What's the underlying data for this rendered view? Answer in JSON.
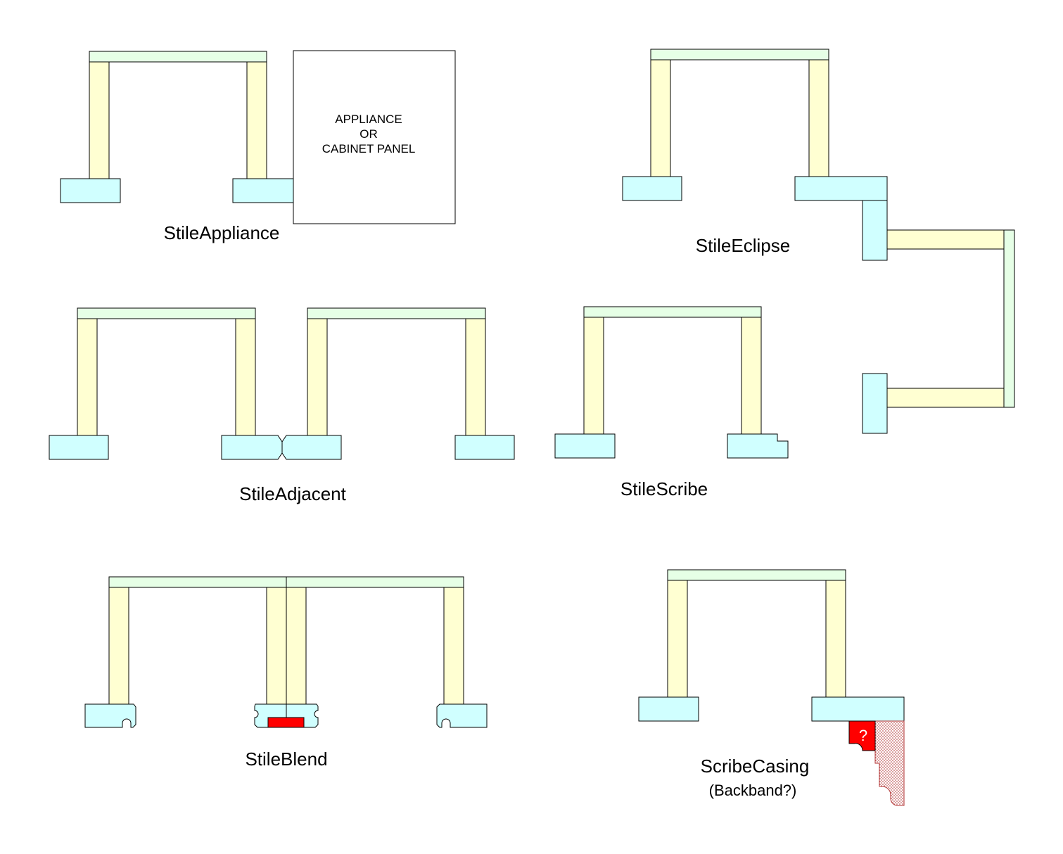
{
  "colors": {
    "rail": "#e6ffe6",
    "stile": "#ffffd2",
    "stile_block": "#d0ffff",
    "filler_piece": "#ff0000",
    "casing_hatch": "#b03030"
  },
  "diagrams": {
    "stile_appliance": {
      "label": "StileAppliance",
      "panel_line1": "APPLIANCE",
      "panel_line2": "OR",
      "panel_line3": "CABINET PANEL"
    },
    "stile_eclipse": {
      "label": "StileEclipse"
    },
    "stile_adjacent": {
      "label": "StileAdjacent"
    },
    "stile_scribe": {
      "label": "StileScribe"
    },
    "stile_blend": {
      "label": "StileBlend"
    },
    "scribe_casing": {
      "label": "ScribeCasing",
      "sublabel": "(Backband?)",
      "unknown_mark": "?"
    }
  }
}
